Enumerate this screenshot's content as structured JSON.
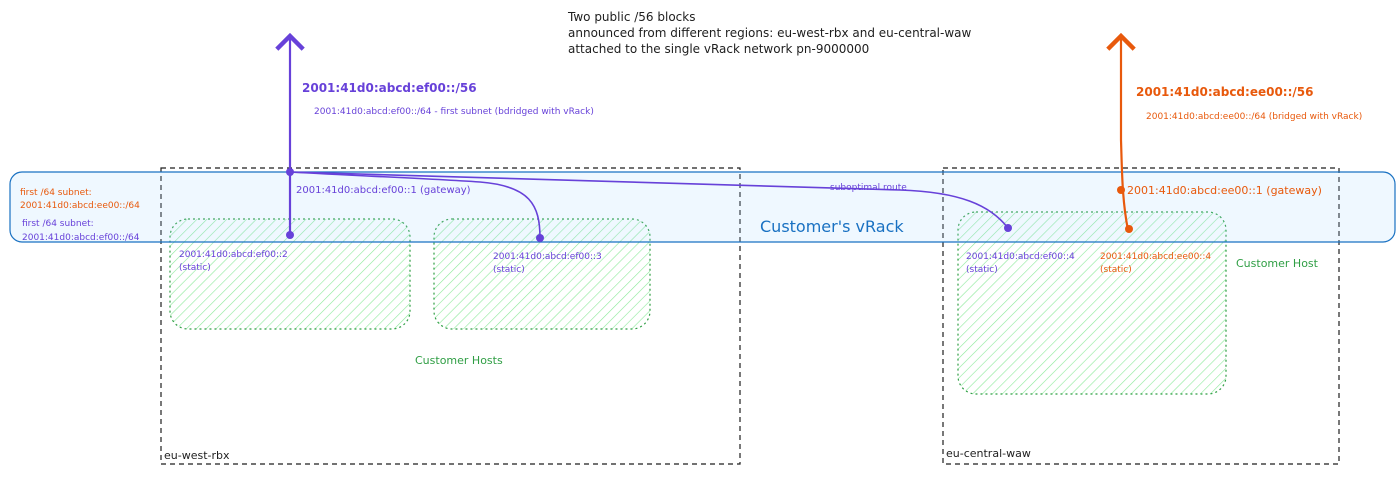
{
  "header": {
    "line1": "Two public /56 blocks",
    "line2": "announced from different regions: eu-west-rbx and eu-central-waw",
    "line3": "attached to the single vRack network pn-9000000"
  },
  "vrack": {
    "label": "Customer's vRack",
    "color": "#1971c2"
  },
  "route_label": "suboptimal route",
  "regions": {
    "west": "eu-west-rbx",
    "central": "eu-central-waw"
  },
  "west_block": {
    "prefix56": "2001:41d0:abcd:ef00::/56",
    "subnet64": "2001:41d0:abcd:ef00::/64 - first subnet (bdridged with vRack)",
    "gateway": "2001:41d0:abcd:ef00::1 (gateway)",
    "color": "#6741d9"
  },
  "central_block": {
    "prefix56": "2001:41d0:abcd:ee00::/56",
    "subnet64": "2001:41d0:abcd:ee00::/64 (bridged with vRack)",
    "gateway": "2001:41d0:abcd:ee00::1 (gateway)",
    "color": "#e8590c"
  },
  "left_notes": {
    "orange_title": "first /64 subnet:",
    "orange_value": "2001:41d0:abcd:ee00::/64",
    "purple_title": "first /64 subnet:",
    "purple_value": "2001:41d0:abcd:ef00::/64"
  },
  "hosts": {
    "h1_addr": "2001:41d0:abcd:ef00::2",
    "h1_type": "(static)",
    "h2_addr": "2001:41d0:abcd:ef00::3",
    "h2_type": "(static)",
    "h3_addr_purple": "2001:41d0:abcd:ef00::4",
    "h3_type_purple": "(static)",
    "h3_addr_orange": "2001:41d0:abcd:ee00::4",
    "h3_type_orange": "(static)",
    "west_group_label": "Customer Hosts",
    "central_group_label": "Customer Host",
    "host_color": "#2f9e44"
  }
}
